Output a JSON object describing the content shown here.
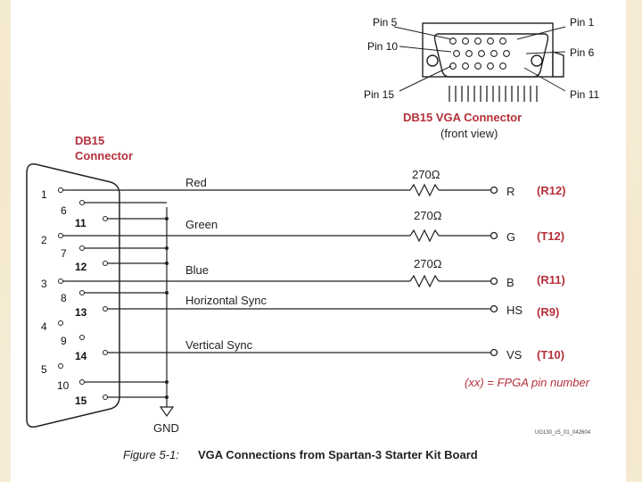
{
  "connector": {
    "title": "DB15 VGA Connector",
    "subtitle": "(front view)",
    "pin_labels": {
      "pin5": "Pin 5",
      "pin1": "Pin 1",
      "pin10": "Pin 10",
      "pin6": "Pin 6",
      "pin15": "Pin 15",
      "pin11": "Pin 11"
    }
  },
  "db15": {
    "line1": "DB15",
    "line2": "Connector"
  },
  "pins": {
    "p1": "1",
    "p2": "2",
    "p3": "3",
    "p4": "4",
    "p5": "5",
    "p6": "6",
    "p7": "7",
    "p8": "8",
    "p9": "9",
    "p10": "10",
    "p11": "11",
    "p12": "12",
    "p13": "13",
    "p14": "14",
    "p15": "15"
  },
  "signals": [
    {
      "name": "Red",
      "resistor": "270Ω",
      "out": "R",
      "fpga": "(R12)"
    },
    {
      "name": "Green",
      "resistor": "270Ω",
      "out": "G",
      "fpga": "(T12)"
    },
    {
      "name": "Blue",
      "resistor": "270Ω",
      "out": "B",
      "fpga": "(R11)"
    },
    {
      "name": "Horizontal Sync",
      "out": "HS",
      "fpga": "(R9)"
    },
    {
      "name": "Vertical Sync",
      "out": "VS",
      "fpga": "(T10)"
    }
  ],
  "gnd": "GND",
  "legend": "(xx) = FPGA pin number",
  "figure_id": "UG130_c5_01_042604",
  "caption": {
    "number": "Figure 5-1:",
    "text": "VGA Connections from Spartan-3 Starter Kit Board"
  }
}
